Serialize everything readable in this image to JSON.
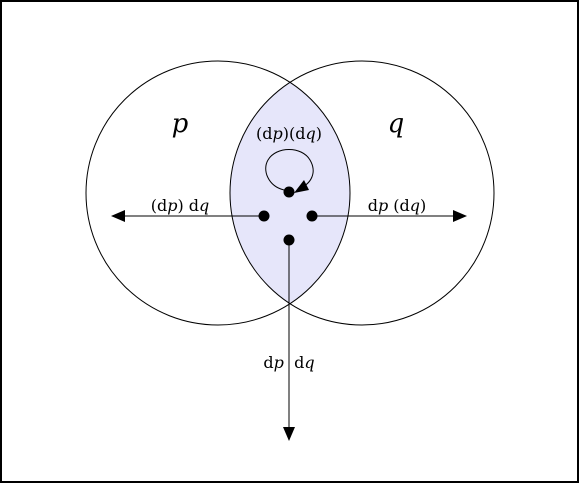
{
  "diagram": {
    "sets": [
      {
        "id": "p",
        "label": "p"
      },
      {
        "id": "q",
        "label": "q"
      }
    ],
    "intersection_color": "#e6e6fa",
    "arrows": [
      {
        "id": "left",
        "label_parts": [
          "(d",
          "p",
          ") d",
          "q"
        ]
      },
      {
        "id": "right",
        "label_parts": [
          "d",
          "p",
          " (d",
          "q",
          ")"
        ]
      },
      {
        "id": "down",
        "label_parts": [
          "d",
          "p",
          "  d",
          "q"
        ]
      },
      {
        "id": "loop",
        "label_parts": [
          "(d",
          "p",
          ")(d",
          "q",
          ")"
        ]
      }
    ]
  }
}
